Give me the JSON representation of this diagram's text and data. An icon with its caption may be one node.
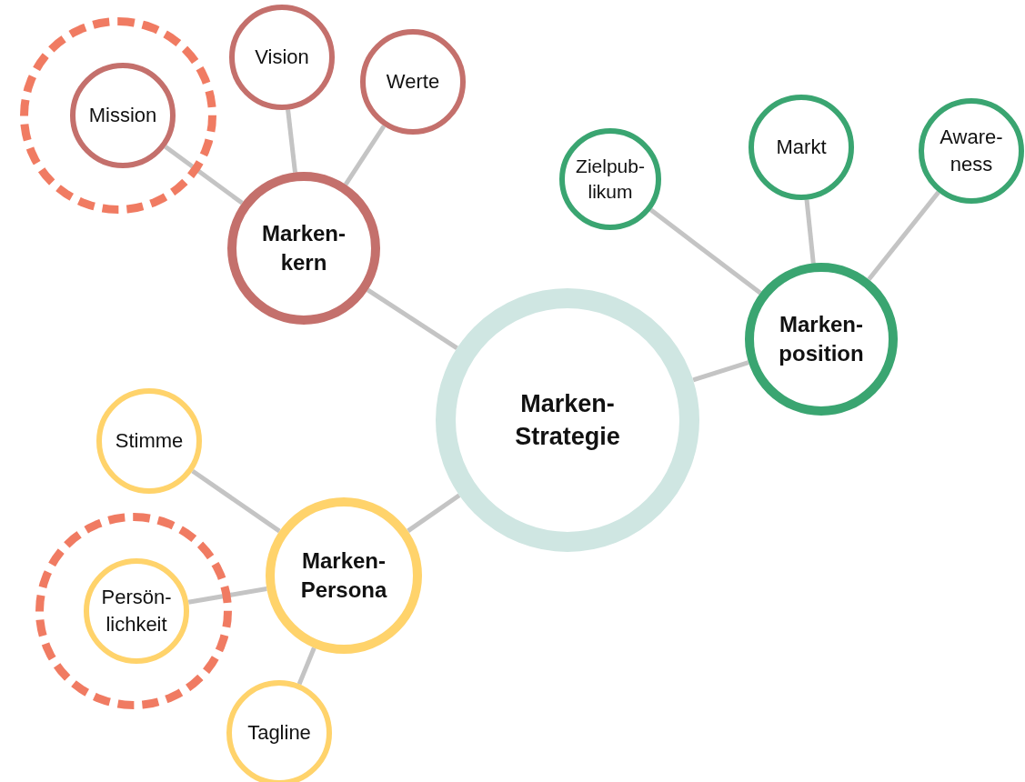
{
  "diagram": {
    "nodes": [
      {
        "text": [],
        "shape": "circle"
      },
      {
        "text": [
          "Mission"
        ],
        "in": 0
      },
      {
        "text": [
          "Vision"
        ]
      },
      {
        "text": [
          "Werte"
        ]
      },
      {
        "text": [
          "Marken- kern"
        ]
      },
      {
        "text": [
          "Zielpub- likum"
        ]
      },
      {
        "text": [
          "Markt"
        ]
      },
      {
        "text": [
          "Aware- ness"
        ]
      },
      {
        "text": [
          "Marken- position"
        ]
      },
      {
        "text": [
          "Marken- Strategie"
        ]
      },
      {
        "text": [
          "Stimme"
        ]
      },
      {
        "text": [
          "Marken- Persona"
        ]
      },
      {
        "text": [],
        "shape": "circle"
      },
      {
        "text": [
          "Persön- lichkeit"
        ],
        "in": 12
      },
      {
        "text": [
          "Tagline"
        ]
      }
    ],
    "edges": [
      {
        "from": 4,
        "to": 1,
        "arrow": "none"
      },
      {
        "from": 4,
        "to": 2,
        "arrow": "none"
      },
      {
        "from": 4,
        "to": 3,
        "arrow": "none"
      },
      {
        "from": 9,
        "to": 4,
        "arrow": "none"
      },
      {
        "from": 8,
        "to": 5,
        "arrow": "none"
      },
      {
        "from": 8,
        "to": 6,
        "arrow": "none"
      },
      {
        "from": 8,
        "to": 7,
        "arrow": "none"
      },
      {
        "from": 9,
        "to": 8,
        "arrow": "none"
      },
      {
        "from": 11,
        "to": 10,
        "arrow": "none"
      },
      {
        "from": 11,
        "to": 13,
        "arrow": "none"
      },
      {
        "from": 11,
        "to": 14,
        "arrow": "none"
      },
      {
        "from": 9,
        "to": 11,
        "arrow": "none"
      }
    ]
  }
}
